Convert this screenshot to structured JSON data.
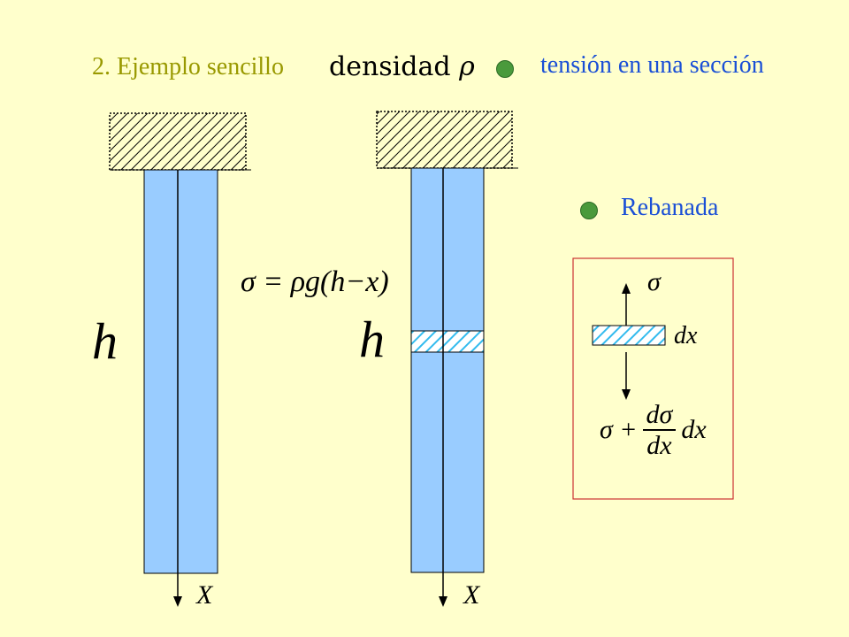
{
  "title": "2. Ejemplo sencillo",
  "density": {
    "word": "densidad",
    "symbol": "ρ"
  },
  "bullets": [
    {
      "text": "tensión en una sección"
    },
    {
      "text": "Rebanada"
    }
  ],
  "rod_left": {
    "height_label": "h",
    "axis_label": "X"
  },
  "rod_right": {
    "height_label": "h",
    "axis_label": "X"
  },
  "stress_equation": "σ = ρg(h−x)",
  "slice": {
    "top_label": "σ",
    "thickness_label": "dx",
    "bottom_lead": "σ +",
    "frac_num": "dσ",
    "frac_den": "dx",
    "bottom_tail": "dx"
  },
  "colors": {
    "background": "#ffffcc",
    "rod_fill": "#99ccff",
    "slice_fill": "#66ccff",
    "bullet": "#4a9a3c",
    "bullet_text": "#1a4fd6",
    "title_text": "#999900",
    "panel_border": "#cc3333"
  }
}
